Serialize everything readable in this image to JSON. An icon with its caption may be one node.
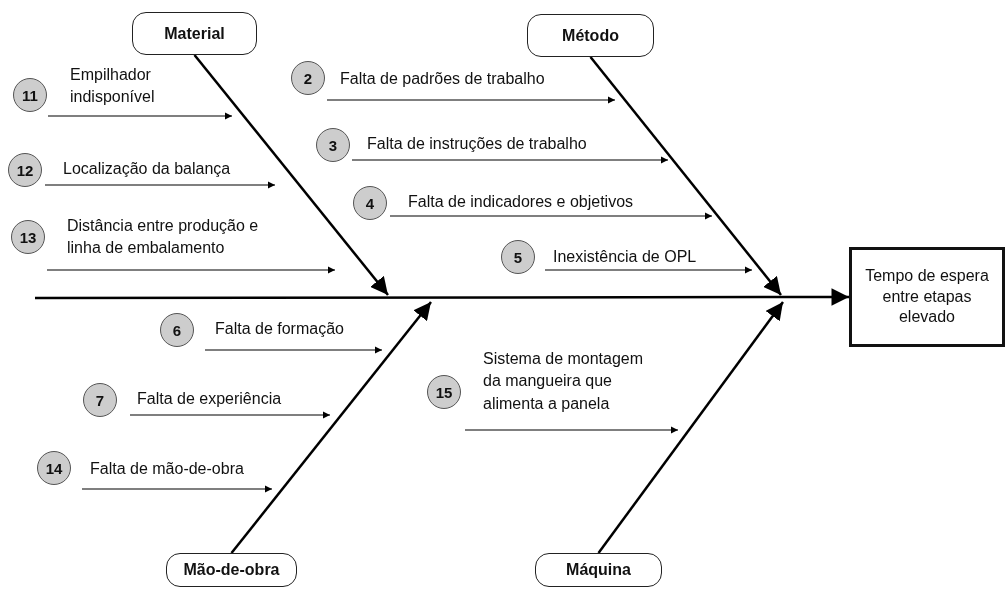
{
  "diagram": {
    "nodes": [
      {
        "text": [
          "Material"
        ]
      },
      {
        "text": [
          "Método"
        ]
      },
      {
        "text": [
          "11"
        ]
      },
      {
        "text": [
          "Empilhador indisponível"
        ]
      },
      {
        "text": [
          "2"
        ]
      },
      {
        "text": [
          "Falta de padrões de trabalho"
        ]
      },
      {
        "text": [
          "12"
        ]
      },
      {
        "text": [
          "Localização da balança"
        ]
      },
      {
        "text": [
          "3"
        ]
      },
      {
        "text": [
          "Falta de instruções de trabalho"
        ]
      },
      {
        "text": [
          "4"
        ]
      },
      {
        "text": [
          "Falta de indicadores e objetivos"
        ]
      },
      {
        "text": [
          "13"
        ]
      },
      {
        "text": [
          "Distância entre produção e linha de embalamento"
        ]
      },
      {
        "text": [
          "5"
        ]
      },
      {
        "text": [
          "Inexistência de OPL"
        ]
      },
      {
        "text": [
          "Tempo de espera entre etapas elevado"
        ]
      },
      {
        "text": [
          "6"
        ]
      },
      {
        "text": [
          "Falta de formação"
        ]
      },
      {
        "text": [
          "15"
        ]
      },
      {
        "text": [
          "Sistema de montagem da mangueira que alimenta a panela"
        ]
      },
      {
        "text": [
          "7"
        ]
      },
      {
        "text": [
          "Falta de experiência"
        ]
      },
      {
        "text": [
          "14"
        ]
      },
      {
        "text": [
          "Falta de mão-de-obra"
        ]
      },
      {
        "text": [
          "Mão-de-obra"
        ]
      },
      {
        "text": [
          "Máquina"
        ]
      }
    ],
    "edges": [
      {
        "from": null,
        "to": 16,
        "arrow": "to"
      },
      {
        "from": 0,
        "to": null,
        "arrow": "to"
      },
      {
        "from": 1,
        "to": null,
        "arrow": "to"
      },
      {
        "from": 25,
        "to": null,
        "arrow": "to"
      },
      {
        "from": 26,
        "to": null,
        "arrow": "to"
      },
      {
        "from": 3,
        "to": null,
        "arrow": "to"
      },
      {
        "from": 5,
        "to": null,
        "arrow": "to"
      },
      {
        "from": 7,
        "to": null,
        "arrow": "to"
      },
      {
        "from": 9,
        "to": null,
        "arrow": "to"
      },
      {
        "from": 11,
        "to": null,
        "arrow": "to"
      },
      {
        "from": 13,
        "to": null,
        "arrow": "to"
      },
      {
        "from": 15,
        "to": null,
        "arrow": "to"
      },
      {
        "from": 18,
        "to": null,
        "arrow": "to"
      },
      {
        "from": 20,
        "to": null,
        "arrow": "to"
      },
      {
        "from": 22,
        "to": null,
        "arrow": "to"
      },
      {
        "from": 24,
        "to": null,
        "arrow": "to"
      }
    ]
  }
}
